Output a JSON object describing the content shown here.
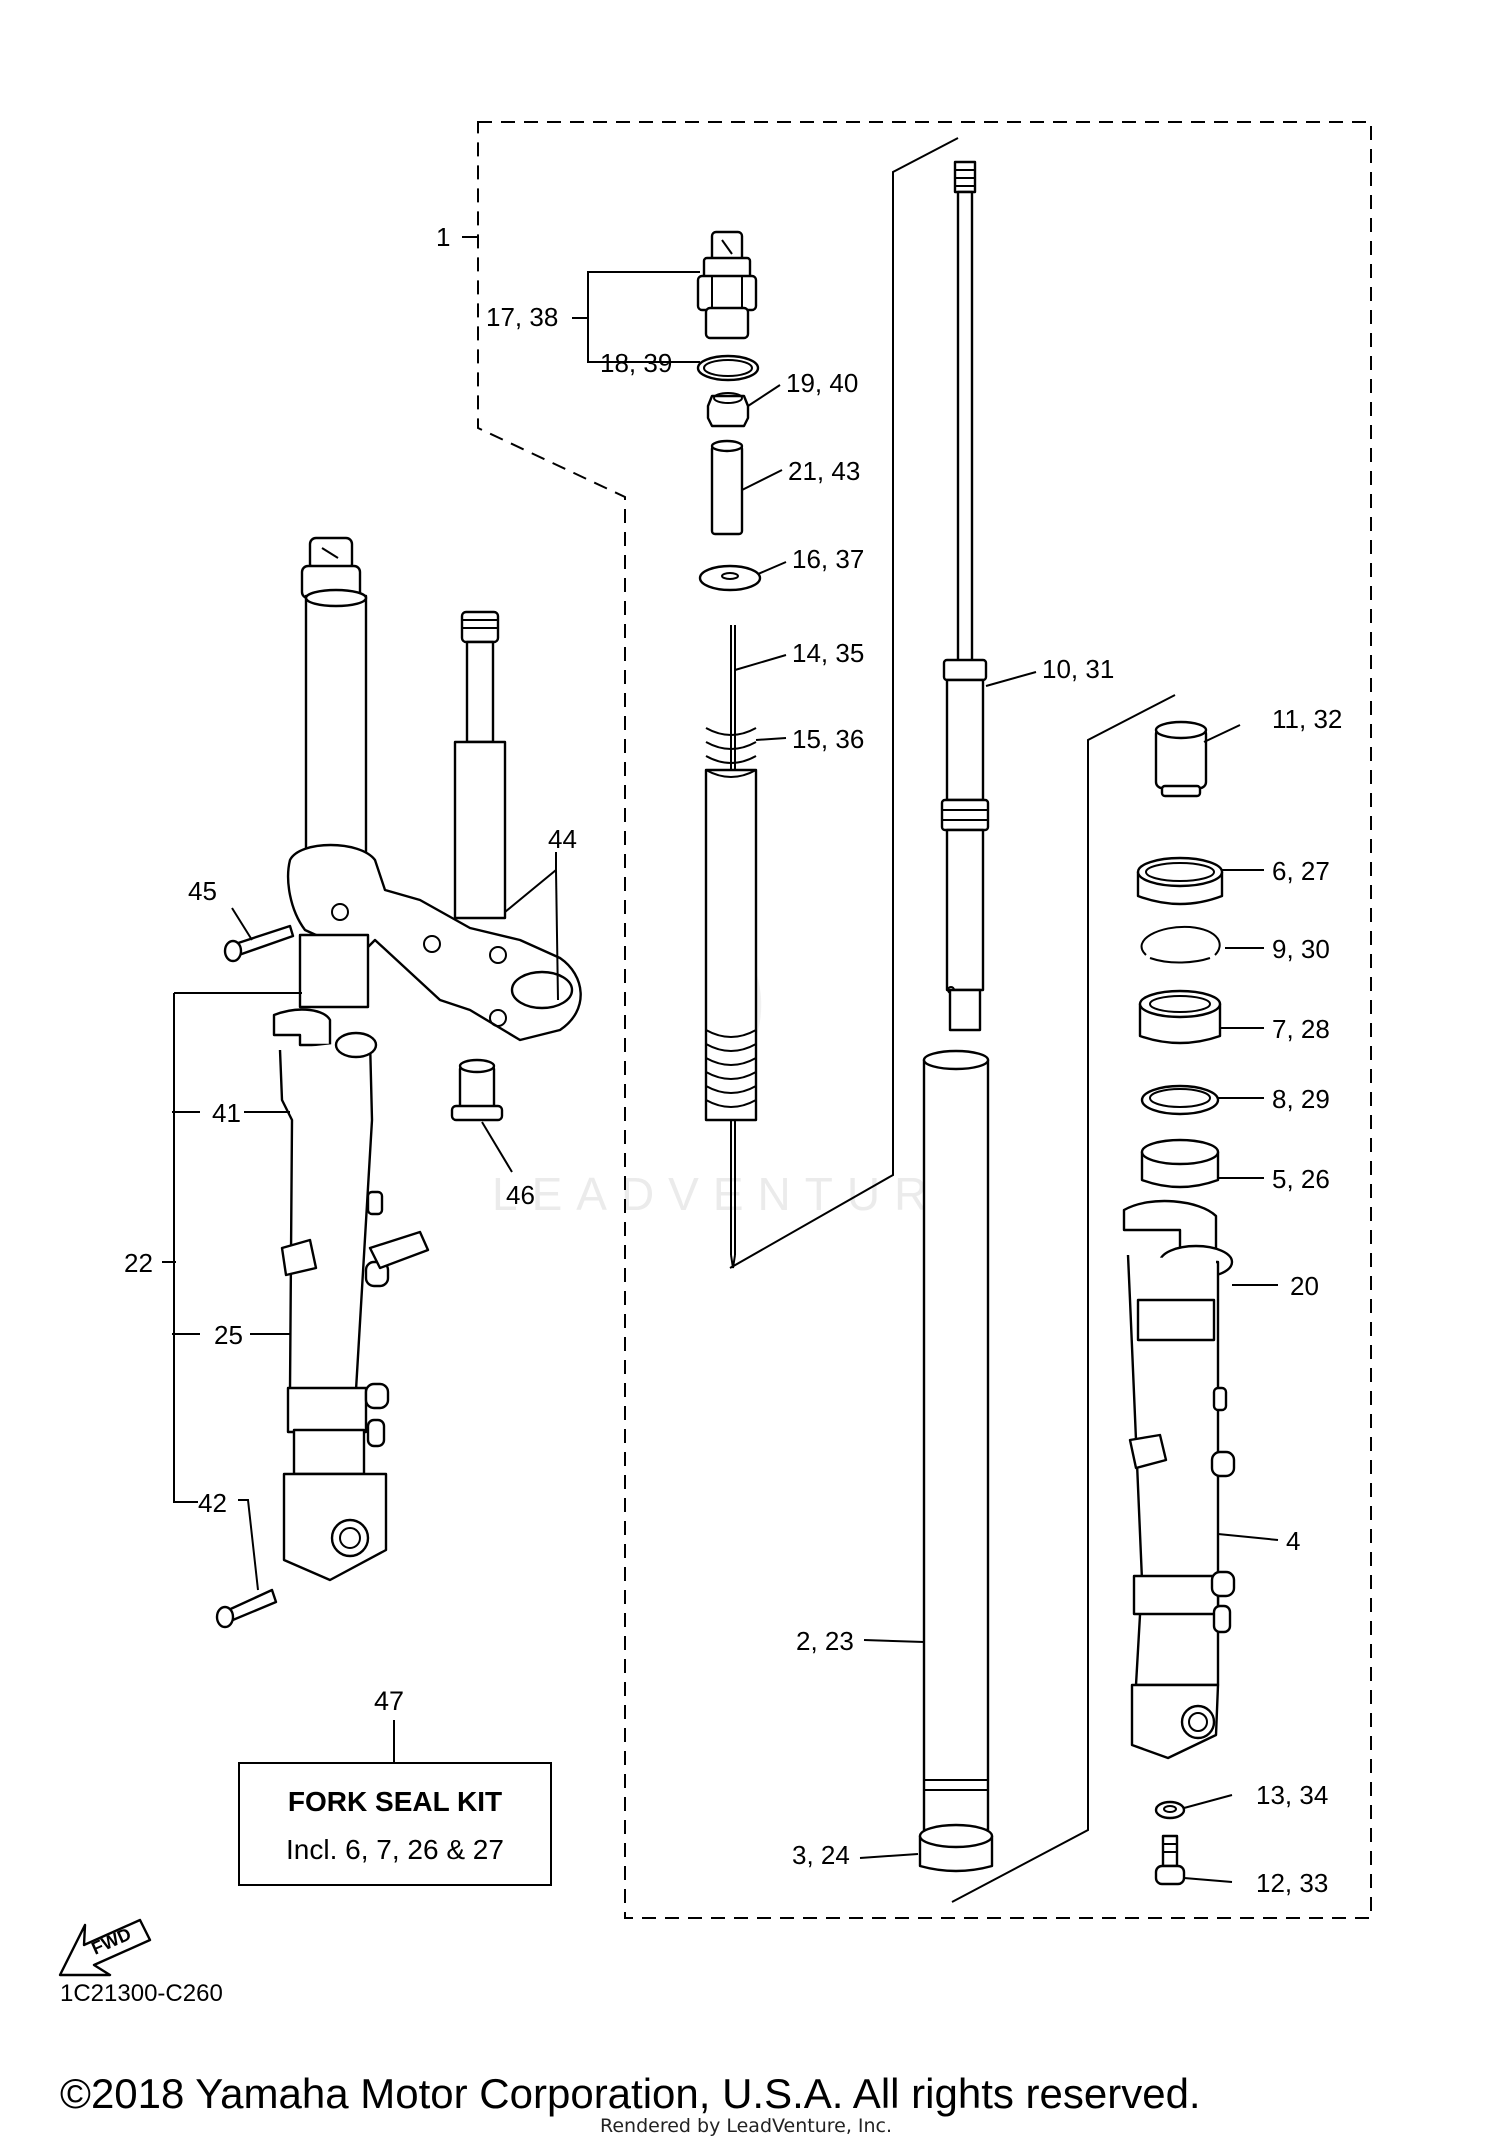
{
  "diagram": {
    "drawing_code": "1C21300-C260",
    "copyright": "©2018 Yamaha Motor Corporation, U.S.A. All rights reserved.",
    "rendered_by": "Rendered by LeadVenture, Inc.",
    "watermark": "LEADVENTURE",
    "fwd_label": "FWD",
    "callouts": {
      "c1": "1",
      "c17_38": "17, 38",
      "c18_39": "18, 39",
      "c19_40": "19, 40",
      "c21_43": "21, 43",
      "c16_37": "16, 37",
      "c14_35": "14, 35",
      "c15_36": "15, 36",
      "c10_31": "10, 31",
      "c11_32": "11, 32",
      "c6_27": "6, 27",
      "c9_30": "9, 30",
      "c7_28": "7, 28",
      "c8_29": "8, 29",
      "c5_26": "5, 26",
      "c20": "20",
      "c4": "4",
      "c2_23": "2, 23",
      "c3_24": "3, 24",
      "c13_34": "13, 34",
      "c12_33": "12, 33",
      "c44": "44",
      "c45": "45",
      "c46": "46",
      "c41": "41",
      "c22": "22",
      "c25": "25",
      "c42": "42"
    },
    "kit": {
      "number": "47",
      "title": "FORK SEAL KIT",
      "description": "Incl. 6, 7, 26 & 27"
    }
  }
}
